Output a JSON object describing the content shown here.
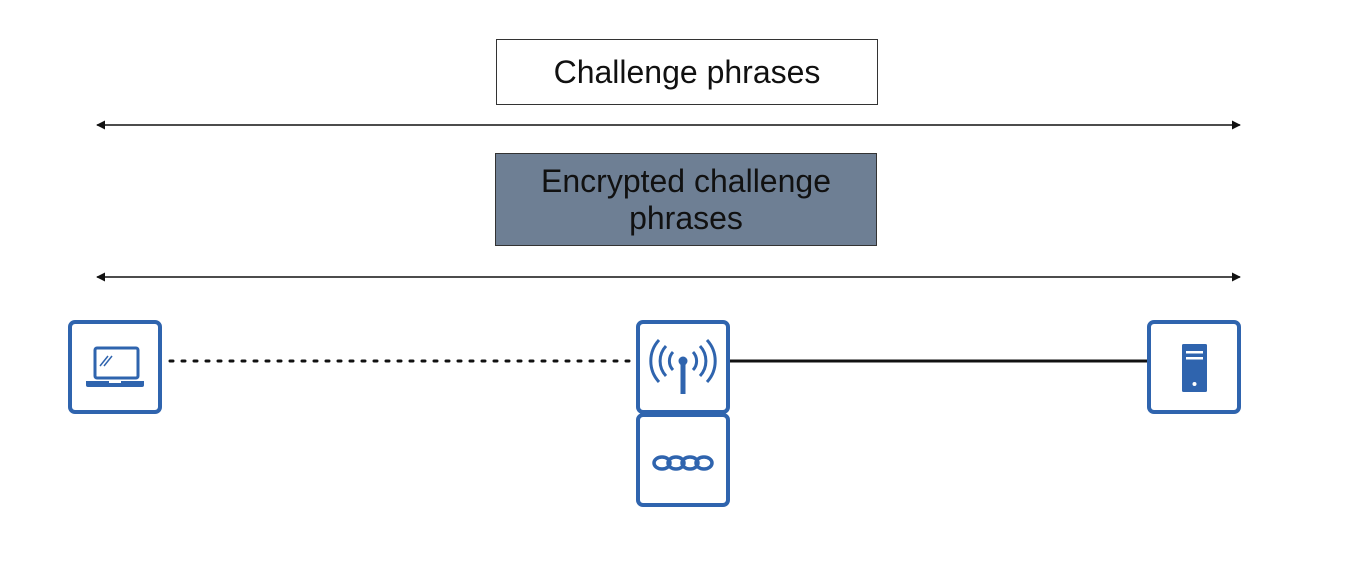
{
  "labels": {
    "plain": "Challenge phrases",
    "encrypted": "Encrypted challenge phrases"
  },
  "colors": {
    "icon_blue": "#2f64ae",
    "encrypted_fill": "#6e7f94",
    "line": "#111111"
  },
  "nodes": [
    {
      "id": "laptop",
      "icon": "laptop-icon"
    },
    {
      "id": "access-point",
      "icon": "wireless-antenna-icon"
    },
    {
      "id": "chain",
      "icon": "chain-link-icon"
    },
    {
      "id": "server",
      "icon": "server-tower-icon"
    }
  ],
  "links": [
    {
      "from": "laptop",
      "to": "access-point",
      "style": "dotted"
    },
    {
      "from": "access-point",
      "to": "server",
      "style": "solid"
    }
  ]
}
